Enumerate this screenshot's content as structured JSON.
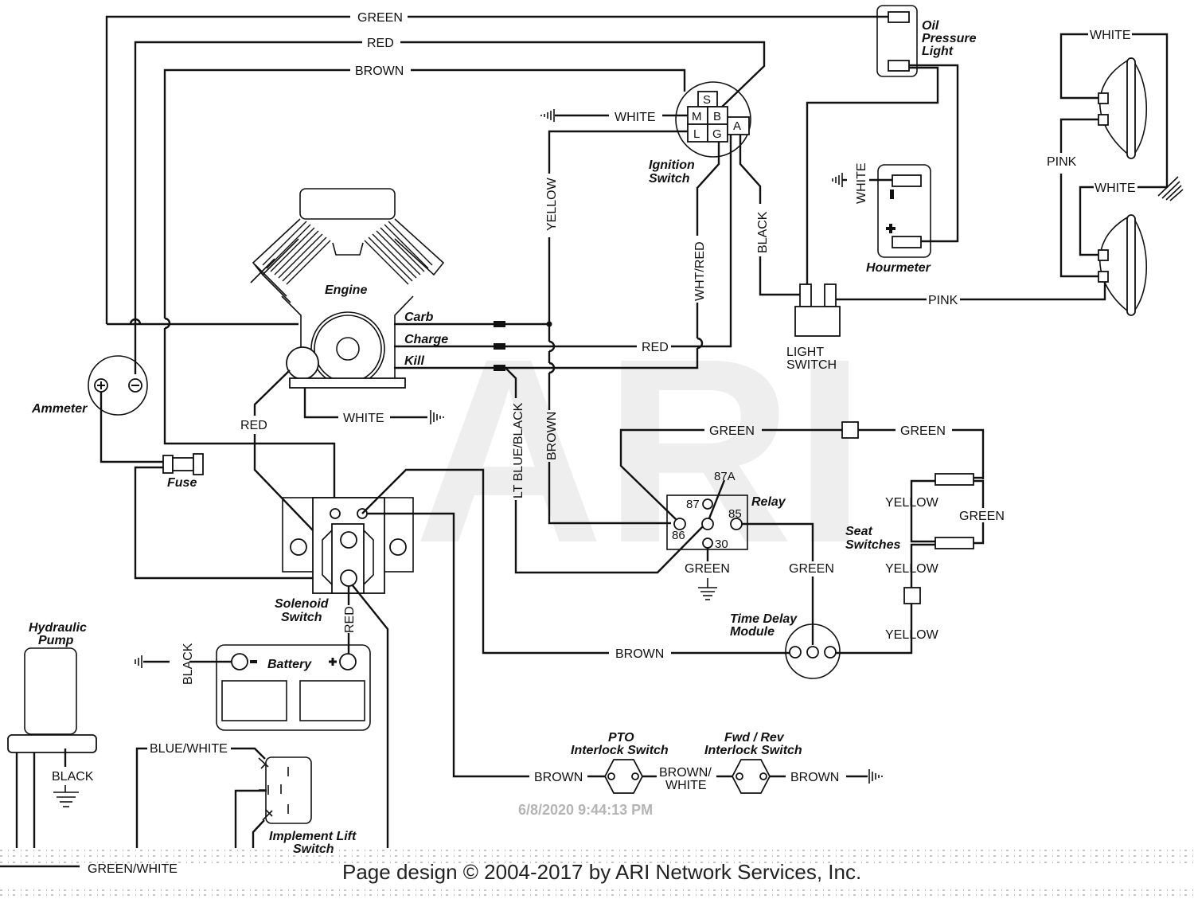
{
  "watermark": "ARI",
  "timestamp": "6/8/2020 9:44:13 PM",
  "footer": "Page design © 2004-2017 by ARI Network Services, Inc.",
  "components": {
    "oil_pressure_light": [
      "Oil",
      "Pressure",
      "Light"
    ],
    "ignition_switch": [
      "Ignition",
      "Switch"
    ],
    "ignition_terminals": [
      "S",
      "M",
      "B",
      "L",
      "G",
      "A"
    ],
    "hourmeter": "Hourmeter",
    "hourmeter_minus": "-",
    "hourmeter_plus": "+",
    "engine": "Engine",
    "engine_terminals": [
      "Carb",
      "Charge",
      "Kill"
    ],
    "ammeter": "Ammeter",
    "fuse": "Fuse",
    "light_switch": [
      "LIGHT",
      "SWITCH"
    ],
    "relay": "Relay",
    "relay_terminals": [
      "87A",
      "87",
      "85",
      "86",
      "30"
    ],
    "seat_switches": [
      "Seat",
      "Switches"
    ],
    "solenoid_switch": [
      "Solenoid",
      "Switch"
    ],
    "time_delay_module": [
      "Time Delay",
      "Module"
    ],
    "hydraulic_pump": [
      "Hydraulic",
      "Pump"
    ],
    "battery": "Battery",
    "battery_minus": "-",
    "battery_plus": "+",
    "pto_switch": [
      "PTO",
      "Interlock Switch"
    ],
    "fwd_rev_switch": [
      "Fwd / Rev",
      "Interlock Switch"
    ],
    "implement_lift_switch": [
      "Implement Lift",
      "Switch"
    ]
  },
  "wires": {
    "top_green": "GREEN",
    "top_red": "RED",
    "top_brown": "BROWN",
    "ign_white": "WHITE",
    "yellow": "YELLOW",
    "wht_red": "WHT/RED",
    "black_ign": "BLACK",
    "hour_white": "WHITE",
    "head_white_top": "WHITE",
    "head_pink": "PINK",
    "head_white_bottom": "WHITE",
    "light_pink": "PINK",
    "charge_red": "RED",
    "engine_white": "WHITE",
    "starter_red": "RED",
    "lt_blue_black": "LT BLUE/BLACK",
    "brown_vertical": "BROWN",
    "relay_green_top": "GREEN",
    "seat_green_top": "GREEN",
    "seat_yellow_1": "YELLOW",
    "seat_green_side": "GREEN",
    "seat_yellow_2": "YELLOW",
    "seat_yellow_3": "YELLOW",
    "relay_green_30": "GREEN",
    "relay_green_85": "GREEN",
    "tdm_brown": "BROWN",
    "solenoid_red": "RED",
    "battery_black": "BLACK",
    "pump_black": "BLACK",
    "blue_white": "BLUE/WHITE",
    "interlock_brown_left": "BROWN",
    "interlock_brown_white": [
      "BROWN/",
      "WHITE"
    ],
    "interlock_brown_right": "BROWN",
    "green_white": "GREEN/WHITE"
  }
}
